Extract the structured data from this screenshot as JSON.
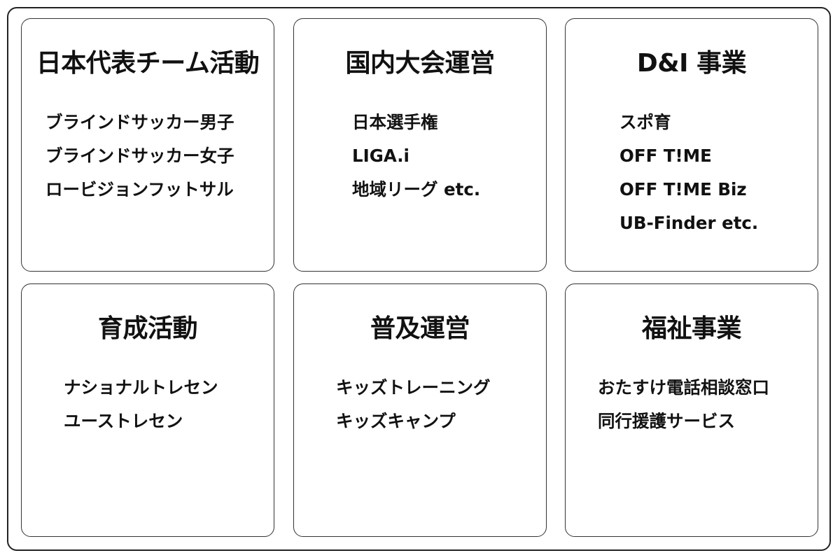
{
  "cards": [
    {
      "title": "日本代表チーム活動",
      "items": [
        "ブラインドサッカー男子",
        "ブラインドサッカー女子",
        "ロービジョンフットサル"
      ]
    },
    {
      "title": "国内大会運営",
      "items": [
        "日本選手権",
        "LIGA.i",
        "地域リーグ etc."
      ]
    },
    {
      "title": "D&I 事業",
      "items": [
        "スポ育",
        "OFF T!ME",
        "OFF T!ME Biz",
        "UB-Finder etc."
      ]
    },
    {
      "title": "育成活動",
      "items": [
        "ナショナルトレセン",
        "ユーストレセン"
      ]
    },
    {
      "title": "普及運営",
      "items": [
        "キッズトレーニング",
        "キッズキャンプ"
      ]
    },
    {
      "title": "福祉事業",
      "items": [
        "おたすけ電話相談窓口",
        "同行援護サービス"
      ]
    }
  ]
}
